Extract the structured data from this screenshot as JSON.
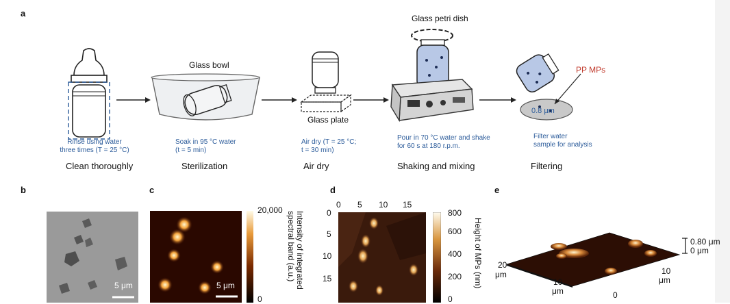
{
  "panel_a": {
    "label": "a",
    "steps": [
      {
        "title": "Clean thoroughly",
        "note_lines": [
          "Rinse using water",
          "three times (T = 25 °C)"
        ]
      },
      {
        "title": "Sterilization",
        "object": "Glass bowl",
        "note_lines": [
          "Soak in 95 °C water",
          "(t = 5 min)"
        ]
      },
      {
        "title": "Air dry",
        "object": "Glass plate",
        "note_lines": [
          "Air dry (T = 25 °C;",
          "t = 30 min)"
        ]
      },
      {
        "title": "Shaking and mixing",
        "object": "Glass petri dish",
        "note_lines": [
          "Pour in 70 °C water and shake",
          "for 60 s at 180 r.p.m."
        ]
      },
      {
        "title": "Filtering",
        "object": "PP MPs",
        "filter_label": "0.8 μm",
        "note_lines": [
          "Filter water",
          "sample for analysis"
        ]
      }
    ]
  },
  "panel_b": {
    "label": "b",
    "scale": "5 μm"
  },
  "panel_c": {
    "label": "c",
    "scale": "5 μm",
    "colorbar": {
      "max_label": "20,000",
      "min_label": "0",
      "title_lines": [
        "Intensity of integrated",
        "spectral band (a.u.)"
      ]
    }
  },
  "panel_d": {
    "label": "d",
    "x_ticks": [
      "0",
      "5",
      "10",
      "15"
    ],
    "y_ticks": [
      "0",
      "5",
      "10",
      "15"
    ],
    "colorbar": {
      "ticks": [
        "800",
        "600",
        "400",
        "200",
        "0"
      ],
      "title_lines": [
        "Height of MPs (nm)"
      ]
    }
  },
  "panel_e": {
    "label": "e",
    "z_max": "0.80 μm",
    "z_min": "0 μm",
    "left_axis": {
      "tick": "20",
      "unit": "μm"
    },
    "front_axis": {
      "tick": "10",
      "unit": "μm"
    },
    "right_axis": {
      "tick": "10",
      "unit": "μm",
      "zero": "0"
    }
  },
  "colors": {
    "note_blue": "#2b5b9a",
    "mp_label_red": "#c0392b"
  }
}
